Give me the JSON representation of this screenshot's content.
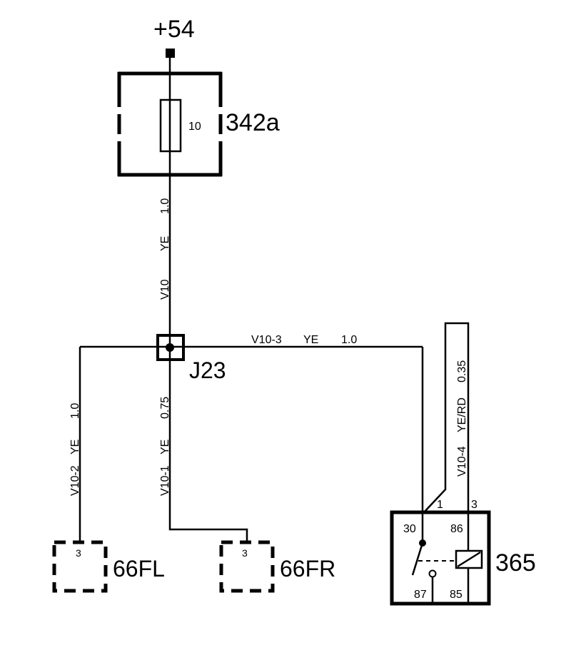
{
  "supply": {
    "label": "+54"
  },
  "fuse_block": {
    "label": "342a",
    "fuse_rating": "10"
  },
  "wire_main": {
    "circuit": "V10",
    "color": "YE",
    "size": "1.0"
  },
  "junction": {
    "label": "J23"
  },
  "wire_right": {
    "circuit": "V10-3",
    "color": "YE",
    "size": "1.0"
  },
  "wire_left": {
    "circuit": "V10-2",
    "color": "YE",
    "size": "1.0"
  },
  "wire_mid": {
    "circuit": "V10-1",
    "color": "YE",
    "size": "0.75"
  },
  "wire_relay": {
    "circuit": "V10-4",
    "color": "YE/RD",
    "size": "0.35"
  },
  "connector_fl": {
    "label": "66FL",
    "pin": "3"
  },
  "connector_fr": {
    "label": "66FR",
    "pin": "3"
  },
  "relay": {
    "label": "365",
    "pin_in_left": "1",
    "pin_in_right": "3",
    "pin_30": "30",
    "pin_86": "86",
    "pin_87": "87",
    "pin_85": "85"
  }
}
